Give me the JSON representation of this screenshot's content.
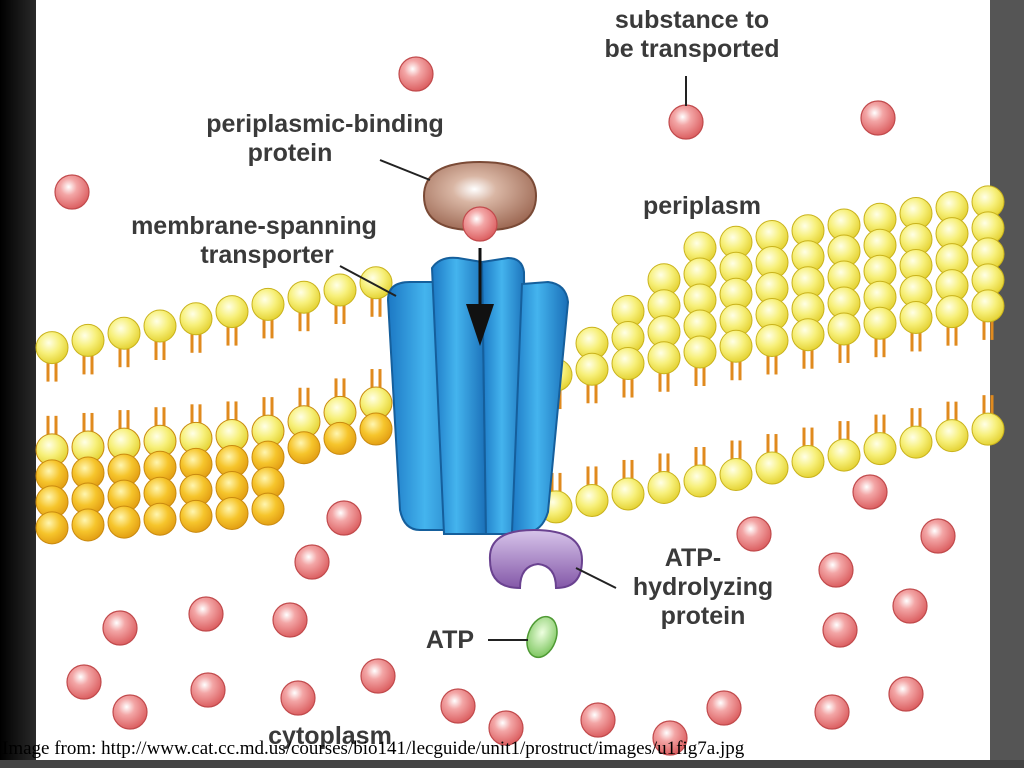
{
  "labels": {
    "substance_line1": "substance to",
    "substance_line2": "be transported",
    "binding_line1": "periplasmic-binding",
    "binding_line2": "protein",
    "transporter_line1": "membrane-spanning",
    "transporter_line2": "transporter",
    "periplasm": "periplasm",
    "atp_hyd_line1": "ATP-",
    "atp_hyd_line2": "hydrolyzing",
    "atp_hyd_line3": "protein",
    "atp": "ATP",
    "cytoplasm": "cytoplasm"
  },
  "caption": "Image from: http://www.cat.cc.md.us/courses/bio141/lecguide/unit1/prostruct/images/u1fig7a.jpg",
  "colors": {
    "frame_left": "#1a1a1a",
    "frame_right": "#555555",
    "lipid_head": "#f5ee6a",
    "lipid_head_dark": "#f0b41e",
    "lipid_tail": "#e08a1e",
    "transporter": "#2f9bd9",
    "binding_protein": "#b07a62",
    "atp_hydrolyzing": "#9a6fb8",
    "atp": "#8fd26a",
    "substance": "#e0787a"
  }
}
